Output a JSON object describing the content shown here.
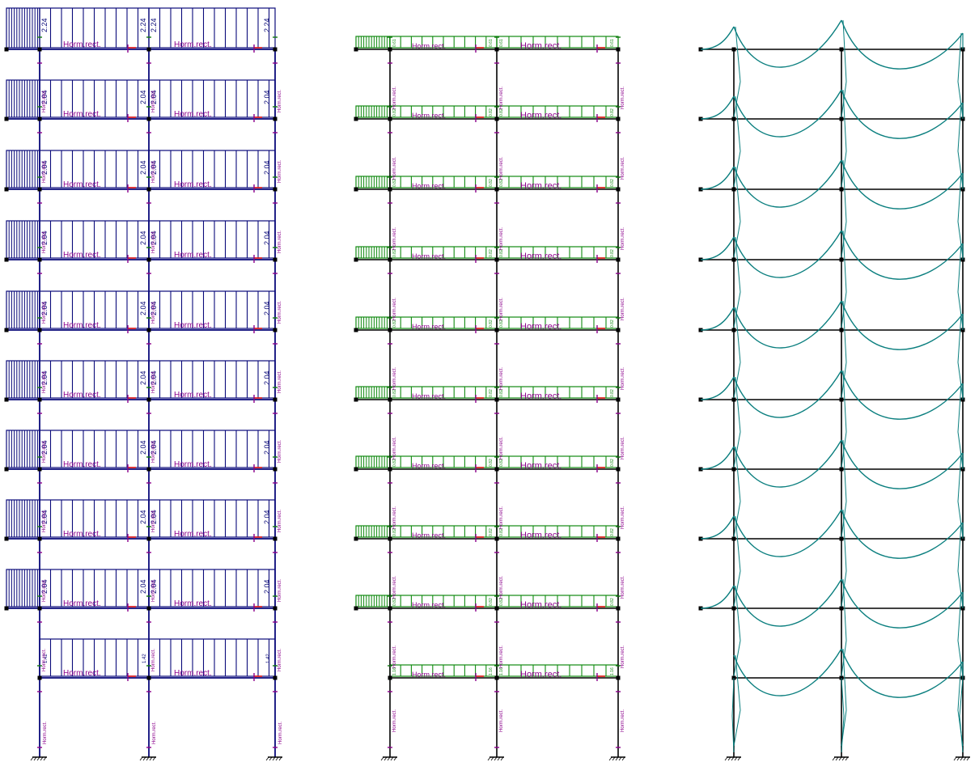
{
  "panels": [
    {
      "id": "dead-load",
      "color": "#0a0a7a",
      "roof_value": "2.24",
      "floor_value": "2.04",
      "ground_value": "1.42",
      "section_label": "Horm.rect."
    },
    {
      "id": "live-load",
      "color": "#118a11",
      "roof_value": "0.61",
      "floor_value": "0.82",
      "ground_value": "1.16",
      "section_label": "Horm.rect."
    },
    {
      "id": "moment-diagram",
      "color": "#0b7f7f"
    }
  ],
  "frame": {
    "floors": 10,
    "bays": 2,
    "cantilever": true
  },
  "colors": {
    "frame": "#000000",
    "label": "#8b008b",
    "marker_red": "#e01010",
    "marker_purple": "#8b008b",
    "marker_green": "#117711"
  }
}
